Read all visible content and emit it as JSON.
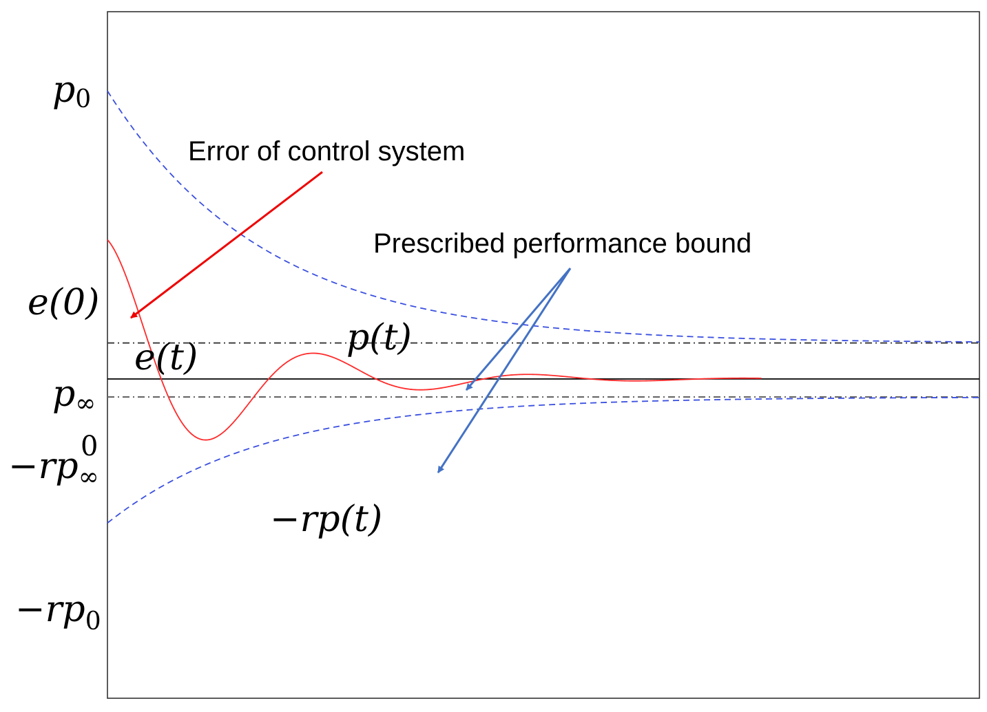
{
  "chart_data": {
    "type": "line",
    "title": "",
    "xlabel": "",
    "ylabel": "",
    "xlim": [
      0,
      10
    ],
    "ylim": [
      -1.33,
      1.53
    ],
    "grid": false,
    "legend": "none",
    "y_tick_labels": {
      "p0": {
        "base": "p",
        "sub": "0"
      },
      "e0": {
        "text": "e(0)"
      },
      "pinf": {
        "base": "p",
        "sub": "∞"
      },
      "zero": {
        "text": "0"
      },
      "neg_rpinf": {
        "base": "−rp",
        "sub": "∞"
      },
      "neg_rp0": {
        "base": "−rp",
        "sub": "0"
      }
    },
    "params": {
      "p0": 1.2,
      "p_inf": 0.15,
      "decay_rate": 0.55,
      "r": 0.5,
      "e0": 0.58,
      "error_decay": 0.7,
      "error_frequency": 2.55
    },
    "series": [
      {
        "key": "p",
        "label": "p(t)",
        "color": "#3a4fe0",
        "style": "dashed"
      },
      {
        "key": "neg_rp",
        "label": "−rp(t)",
        "color": "#3a4fe0",
        "style": "dashed"
      },
      {
        "key": "e",
        "label": "e(t)",
        "color": "#ff2a2a",
        "style": "solid"
      },
      {
        "key": "p_inf_line",
        "color": "#333333",
        "style": "dashdot"
      },
      {
        "key": "neg_rp_inf_line",
        "color": "#666666",
        "style": "dashdot"
      },
      {
        "key": "zero_line",
        "color": "#000000",
        "style": "solid"
      }
    ],
    "annotations": [
      {
        "key": "error",
        "text": "Error of control system",
        "color": "#ee0000"
      },
      {
        "key": "bound",
        "text": "Prescribed performance bound",
        "color": "#4472c4"
      }
    ]
  }
}
